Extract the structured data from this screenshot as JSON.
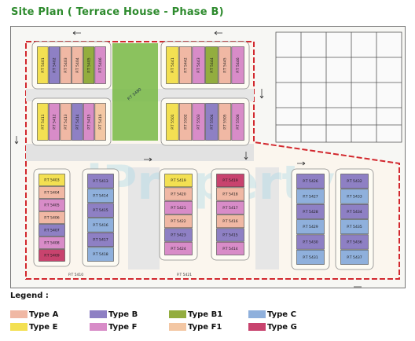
{
  "page": {
    "title": "Site Plan ( Terrace House - Phase B)"
  },
  "legend": {
    "title": "Legend :",
    "items": [
      {
        "label": "Type A",
        "color": "#f0b8a4"
      },
      {
        "label": "Type B",
        "color": "#8e80c4"
      },
      {
        "label": "Type B1",
        "color": "#93ad3f"
      },
      {
        "label": "Type C",
        "color": "#8fb0dc"
      },
      {
        "label": "Type E",
        "color": "#f3e052"
      },
      {
        "label": "Type F",
        "color": "#d88cc8"
      },
      {
        "label": "Type F1",
        "color": "#f3c7a4"
      },
      {
        "label": "Type G",
        "color": "#c8436e"
      }
    ]
  },
  "plan": {
    "open_space_label": "P.T 5480",
    "blocks": [
      {
        "name": "block-top-left",
        "labels": [
          "P.T 5401",
          "P.T 5402",
          "P.T 5403",
          "P.T 5404",
          "P.T 5405",
          "P.T 5406"
        ],
        "colors": [
          "#f3e052",
          "#8e80c4",
          "#f0b8a4",
          "#f0b8a4",
          "#93ad3f",
          "#d88cc8"
        ]
      },
      {
        "name": "block-mid-left",
        "labels": [
          "P.T 5411",
          "P.T 5412",
          "P.T 5413",
          "P.T 5414",
          "P.T 5415",
          "P.T 5416"
        ],
        "colors": [
          "#f3e052",
          "#d88cc8",
          "#f0b8a4",
          "#8e80c4",
          "#d88cc8",
          "#f3c7a4"
        ]
      },
      {
        "name": "block-top-right",
        "labels": [
          "P.T 5441",
          "P.T 5442",
          "P.T 5443",
          "P.T 5444",
          "P.T 5445",
          "P.T 5446"
        ],
        "colors": [
          "#f3e052",
          "#f0b8a4",
          "#d88cc8",
          "#93ad3f",
          "#f0b8a4",
          "#d88cc8"
        ]
      },
      {
        "name": "block-mid-right",
        "labels": [
          "P.T 5501",
          "P.T 5502",
          "P.T 5503",
          "P.T 5504",
          "P.T 5505",
          "P.T 5506"
        ],
        "colors": [
          "#f3e052",
          "#f0b8a4",
          "#d88cc8",
          "#8e80c4",
          "#f0b8a4",
          "#d88cc8"
        ]
      },
      {
        "name": "block-lower-1",
        "labels": [
          "P.T 5403",
          "P.T 5404",
          "P.T 5405",
          "P.T 5406",
          "P.T 5407",
          "P.T 5408",
          "P.T 5409"
        ],
        "colors": [
          "#f3e052",
          "#f0b8a4",
          "#d88cc8",
          "#f0b8a4",
          "#8e80c4",
          "#d88cc8",
          "#c8436e"
        ]
      },
      {
        "name": "block-lower-2",
        "labels": [
          "P.T 5413",
          "P.T 5414",
          "P.T 5415",
          "P.T 5416",
          "P.T 5417",
          "P.T 5418"
        ],
        "colors": [
          "#8e80c4",
          "#8fb0dc",
          "#8e80c4",
          "#8fb0dc",
          "#8e80c4",
          "#8fb0dc"
        ]
      },
      {
        "name": "block-lower-3",
        "labels": [
          "P.T 5419",
          "P.T 5420",
          "P.T 5421",
          "P.T 5422",
          "P.T 5423",
          "P.T 5424"
        ],
        "colors": [
          "#f3e052",
          "#f0b8a4",
          "#d88cc8",
          "#f0b8a4",
          "#8e80c4",
          "#d88cc8"
        ]
      },
      {
        "name": "block-lower-4",
        "labels": [
          "P.T 5419",
          "P.T 5418",
          "P.T 5417",
          "P.T 5416",
          "P.T 5415",
          "P.T 5414"
        ],
        "colors": [
          "#c8436e",
          "#f0b8a4",
          "#d88cc8",
          "#f0b8a4",
          "#8e80c4",
          "#d88cc8"
        ]
      },
      {
        "name": "block-lower-5",
        "labels": [
          "P.T 5426",
          "P.T 5427",
          "P.T 5428",
          "P.T 5429",
          "P.T 5430",
          "P.T 5431"
        ],
        "colors": [
          "#8e80c4",
          "#8fb0dc",
          "#8e80c4",
          "#8fb0dc",
          "#8e80c4",
          "#8fb0dc"
        ]
      },
      {
        "name": "block-lower-6",
        "labels": [
          "P.T 5432",
          "P.T 5433",
          "P.T 5434",
          "P.T 5435",
          "P.T 5436",
          "P.T 5437"
        ],
        "colors": [
          "#8e80c4",
          "#8fb0dc",
          "#8e80c4",
          "#8fb0dc",
          "#8e80c4",
          "#8fb0dc"
        ]
      }
    ],
    "bottom_labels": [
      "P.T 5410",
      "P.T 5421"
    ]
  }
}
